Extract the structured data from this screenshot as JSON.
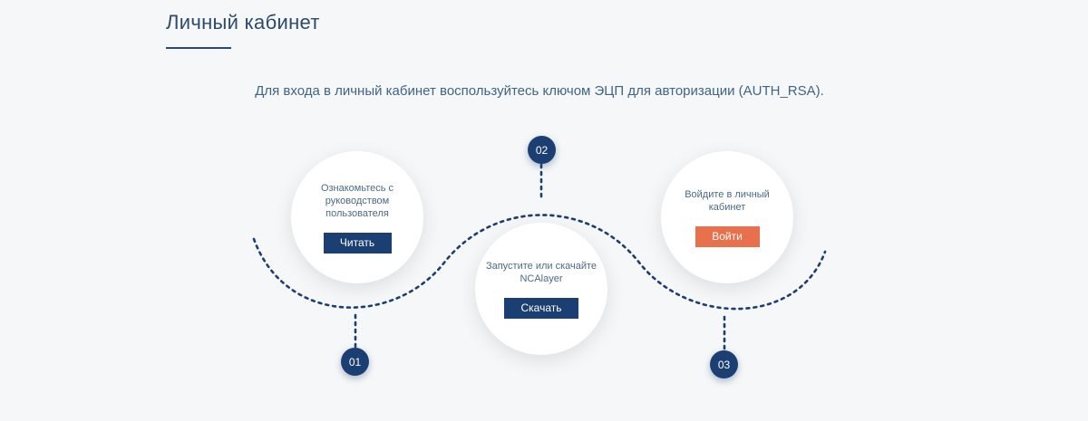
{
  "page": {
    "title": "Личный кабинет",
    "subtitle": "Для входа в личный кабинет воспользуйтесь ключом ЭЦП для авторизации (AUTH_RSA)."
  },
  "steps": [
    {
      "number": "01",
      "text": "Ознакомьтесь с руководством пользователя",
      "button_label": "Читать",
      "button_color": "#1b3f72"
    },
    {
      "number": "02",
      "text": "Запустите или скачайте NCAlayer",
      "button_label": "Скачать",
      "button_color": "#1b3f72"
    },
    {
      "number": "03",
      "text": "Войдите в личный кабинет",
      "button_label": "Войти",
      "button_color": "#e8704c"
    }
  ],
  "colors": {
    "primary": "#1b3f72",
    "accent": "#e8704c",
    "heading": "#2b4a6e",
    "background": "#f6f7f8"
  }
}
